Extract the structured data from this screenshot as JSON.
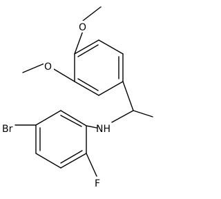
{
  "atoms": {
    "methoxy_top": "O",
    "methoxy_left": "O",
    "amine": "NH",
    "bromine": "Br",
    "fluorine": "F"
  },
  "colors": {
    "bond": "#000000",
    "label": "#000000",
    "background": "#ffffff"
  }
}
